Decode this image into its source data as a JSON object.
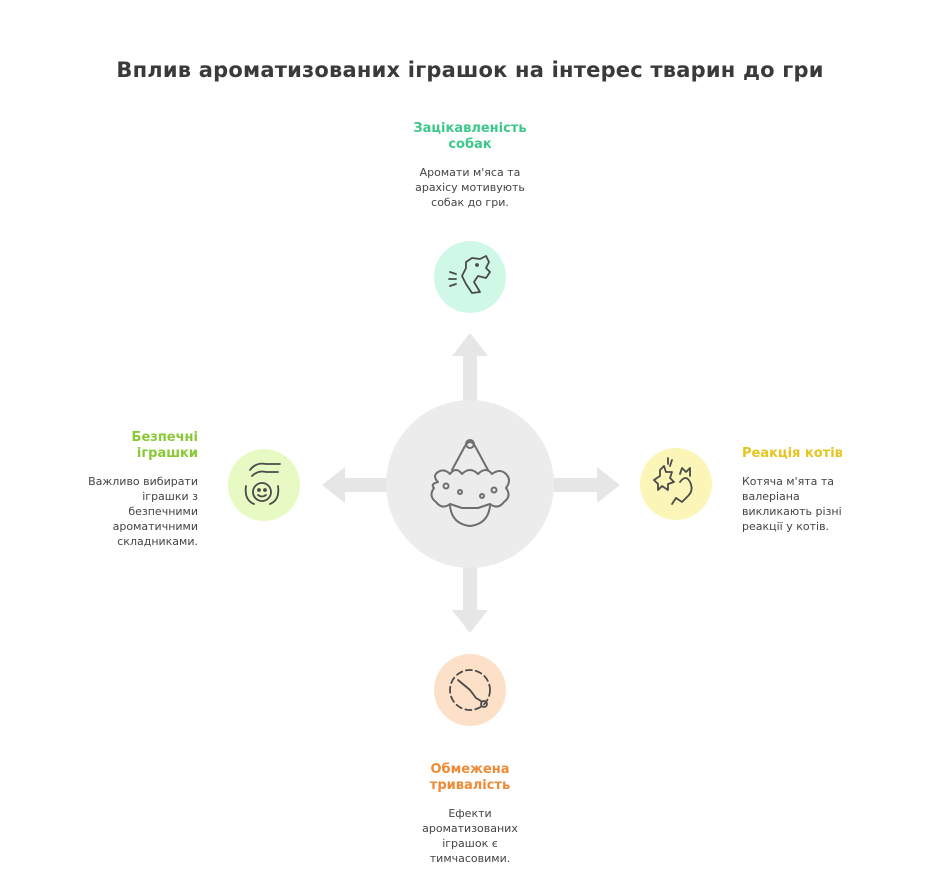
{
  "title": "Вплив ароматизованих іграшок на інтерес тварин до гри",
  "nodes": {
    "top": {
      "heading_line1": "Зацікавленість",
      "heading_line2": "собак",
      "desc_lines": [
        "Аромати м'яса та",
        "арахісу мотивують",
        "собак до гри."
      ],
      "color": "#3cc98a",
      "circle_fill": "#cff8e6",
      "icon": "sniffing-dog-icon"
    },
    "right": {
      "heading_line1": "Реакція котів",
      "desc_lines": [
        "Котяча м'ята та",
        "валеріана",
        "викликають різні",
        "реакції у котів."
      ],
      "color": "#e5c51e",
      "circle_fill": "#fbf6b8",
      "icon": "cat-play-icon"
    },
    "bottom": {
      "heading_line1": "Обмежена",
      "heading_line2": "тривалість",
      "desc_lines": [
        "Ефекти",
        "ароматизованих",
        "іграшок є",
        "тимчасовими."
      ],
      "color": "#ef8a36",
      "circle_fill": "#fde0c8",
      "icon": "timer-icon"
    },
    "left": {
      "heading_line1": "Безпечні",
      "heading_line2": "іграшки",
      "desc_lines": [
        "Важливо вибирати",
        "іграшки з",
        "безпечними",
        "ароматичними",
        "складниками."
      ],
      "color": "#8ac936",
      "circle_fill": "#e7fac4",
      "icon": "safe-toy-icon"
    }
  },
  "hub": {
    "icon": "scented-toy-basket-icon",
    "circle_fill": "#ececec"
  }
}
